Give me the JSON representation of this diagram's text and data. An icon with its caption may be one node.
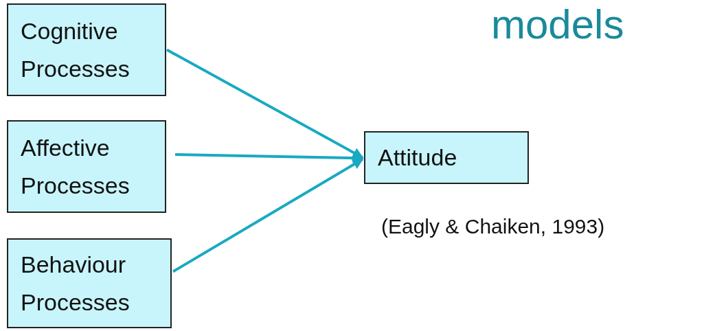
{
  "diagram": {
    "title": "models",
    "nodes": [
      {
        "text": [
          "Cognitive Processes"
        ]
      },
      {
        "text": [
          "Affective Processes"
        ]
      },
      {
        "text": [
          "Behaviour Processes"
        ]
      },
      {
        "text": [
          "Attitude"
        ]
      }
    ],
    "edges": [
      {
        "from": 0,
        "to": 3,
        "arrow": "to"
      },
      {
        "from": 1,
        "to": 3,
        "arrow": "to"
      },
      {
        "from": 2,
        "to": 3,
        "arrow": "to"
      }
    ],
    "labels": [
      "(Eagly & Chaiken, 1993)"
    ]
  }
}
